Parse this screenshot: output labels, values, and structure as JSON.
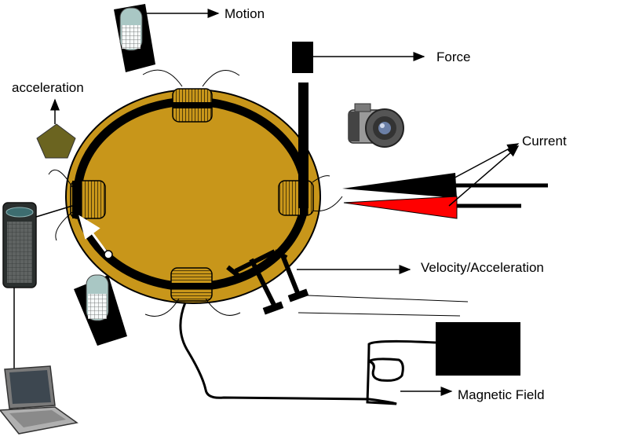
{
  "labels": {
    "motion": "Motion",
    "force": "Force",
    "acceleration": "acceleration",
    "current": "Current",
    "velocity_acceleration": "Velocity/Acceleration",
    "magnetic_field": "Magnetic Field"
  },
  "colors": {
    "ring_fill": "#c8961a",
    "track": "#000000",
    "pentagon": "#6b6420",
    "probe_red": "#ff0000",
    "sensor_body": "#000000",
    "sensor_coil": "#a9c7c4"
  },
  "icons": {
    "camera": "camera-icon",
    "laptop": "laptop-icon",
    "handheld": "handheld-device-icon",
    "accelerometer": "pentagon-accelerometer-icon"
  }
}
